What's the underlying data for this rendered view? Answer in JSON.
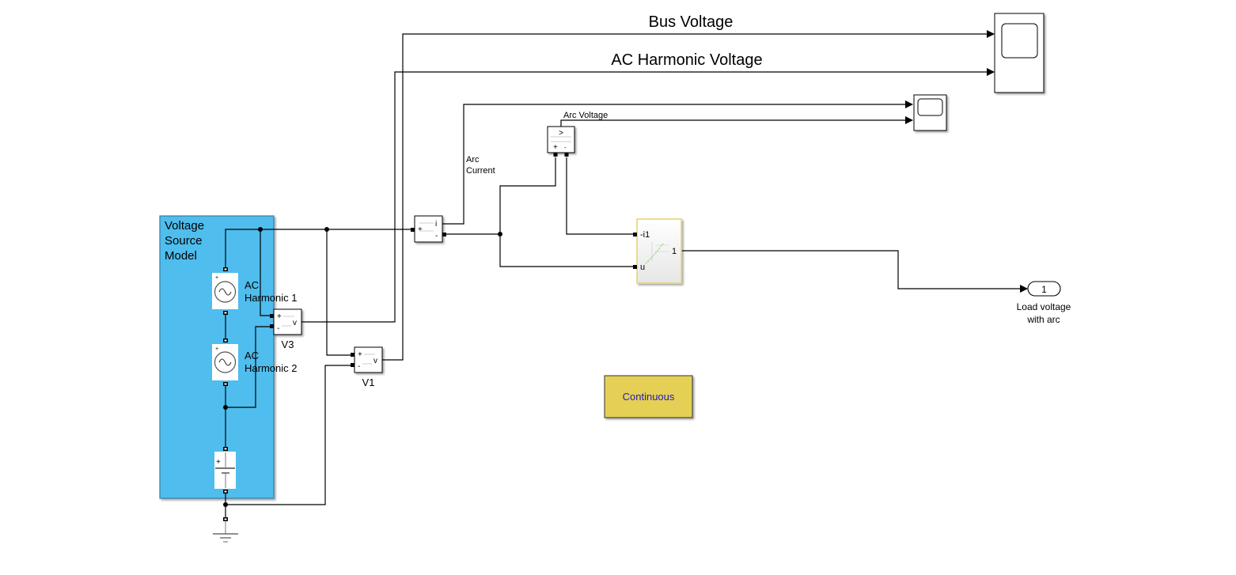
{
  "subsystem": {
    "label": "Voltage Source Model",
    "label_lines": [
      "Voltage",
      "Source",
      "Model"
    ],
    "fill_color": "#4FBDED",
    "border_color": "#3A7DA0"
  },
  "sources": [
    {
      "label_lines": [
        "AC",
        "Harmonic 1"
      ]
    },
    {
      "label_lines": [
        "AC",
        "Harmonic 2"
      ]
    }
  ],
  "dc_source": {
    "plus_sign": "+"
  },
  "voltage_meters": [
    {
      "name": "V3",
      "plus": "+",
      "minus": "-",
      "output": "v"
    },
    {
      "name": "V1",
      "plus": "+",
      "minus": "-",
      "output": "v"
    }
  ],
  "current_meter": {
    "plus": "+",
    "minus": "-",
    "output": "i"
  },
  "arc_voltage_meter": {
    "plus": "+",
    "minus": "-",
    "symbol": ">"
  },
  "arc_block": {
    "inputs": [
      "-i1",
      "u"
    ],
    "output": "1",
    "border_color": "#E8D26A"
  },
  "signals": {
    "bus_voltage": "Bus Voltage",
    "ac_harmonic_voltage": "AC Harmonic Voltage",
    "arc_voltage": "Arc Voltage",
    "arc_current_lines": [
      "Arc",
      "Current"
    ]
  },
  "outport": {
    "number": "1",
    "label_lines": [
      "Load voltage",
      "with arc"
    ]
  },
  "powergui": {
    "label": "Continuous",
    "fill_color": "#E6CF55",
    "text_color": "#1F1FB0"
  }
}
